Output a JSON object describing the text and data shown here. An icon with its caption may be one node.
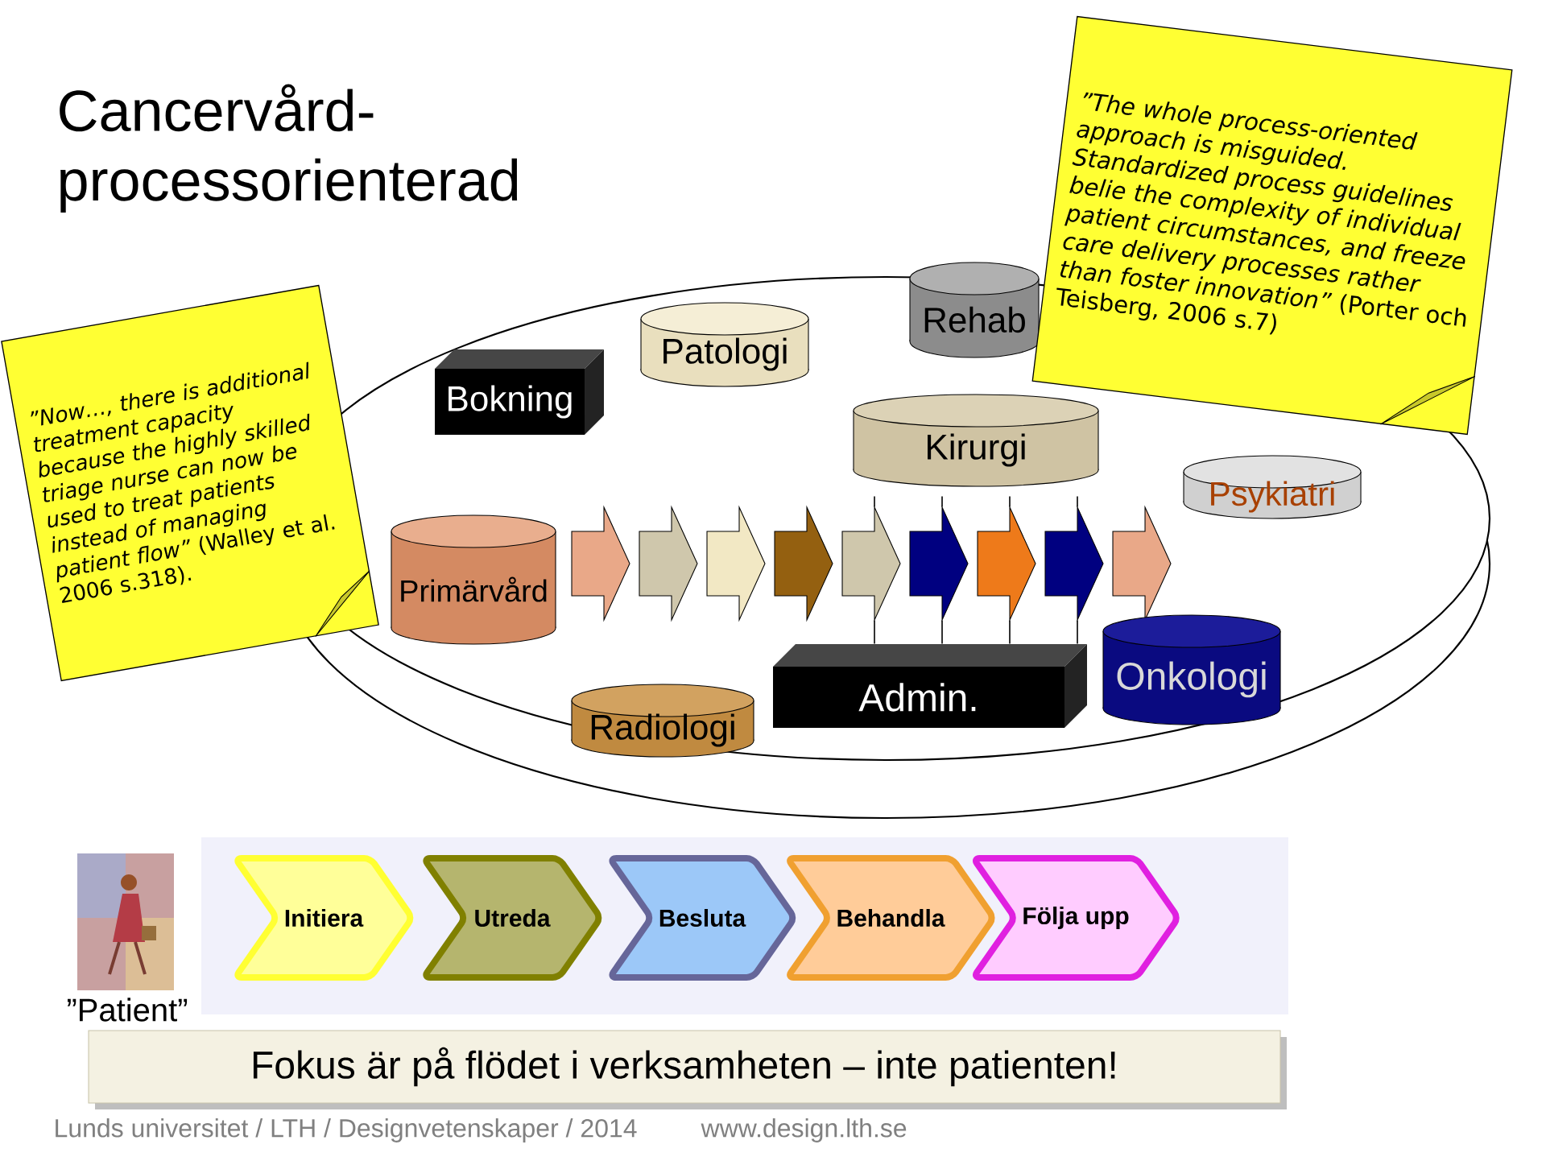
{
  "diagram": {
    "title": "Cancervård-processorienterad",
    "nodes": [
      {
        "text": [
          "*”Now…, there is additional treatment capacity because the highly skilled triage nurse can now be used to treat patients instead of managing patient flow”* (Walley et al. 2006 s.318)."
        ]
      },
      {
        "text": [
          "Bokning"
        ]
      },
      {
        "text": [
          "Patologi"
        ]
      },
      {
        "text": [
          "Kirurgi"
        ]
      },
      {
        "text": [
          "Rehab"
        ]
      },
      {
        "text": [
          "*”The whole process-oriented approach is misguided. Standardized process guidelines belie the complexity of individual patient circumstances, and freeze care delivery processes rather than foster innovation”* (Porter och Teisberg, 2006 s.7)"
        ]
      },
      {
        "text": [
          "Psykiatri"
        ]
      },
      {
        "text": [
          "Primärvård"
        ]
      },
      {
        "text": [],
        "shape": "chevron"
      },
      {
        "text": [],
        "shape": "chevron"
      },
      {
        "text": [],
        "shape": "chevron"
      },
      {
        "text": [],
        "shape": "chevron"
      },
      {
        "text": [],
        "shape": "chevron"
      },
      {
        "text": [],
        "shape": "chevron"
      },
      {
        "text": [],
        "shape": "chevron"
      },
      {
        "text": [],
        "shape": "chevron"
      },
      {
        "text": [],
        "shape": "chevron"
      },
      {
        "text": [
          "Admin."
        ]
      },
      {
        "text": [
          "Onkologi"
        ]
      },
      {
        "text": [
          "Radiologi"
        ]
      },
      {
        "text": [
          "Initiera"
        ]
      },
      {
        "text": [
          "Utreda"
        ]
      },
      {
        "text": [
          "Besluta"
        ]
      },
      {
        "text": [
          "Behandla"
        ]
      },
      {
        "text": [
          "Följa upp"
        ]
      },
      {
        "text": [
          "Fokus är på flödet i verksamheten – inte patienten!"
        ]
      }
    ],
    "edges": [
      {
        "from": 3,
        "to": 12,
        "arrow": "none"
      },
      {
        "from": 12,
        "to": 17,
        "arrow": "none"
      },
      {
        "from": 3,
        "to": 13,
        "arrow": "none"
      },
      {
        "from": 13,
        "to": 17,
        "arrow": "none"
      },
      {
        "from": 3,
        "to": 14,
        "arrow": "none"
      },
      {
        "from": 14,
        "to": 17,
        "arrow": "none"
      },
      {
        "from": 3,
        "to": 15,
        "arrow": "none"
      },
      {
        "from": 15,
        "to": 17,
        "arrow": "none"
      }
    ],
    "labels": [
      "”Patient”",
      "Lunds universitet / LTH / Designvetenskaper / 2014",
      "www.design.lth.se"
    ]
  }
}
